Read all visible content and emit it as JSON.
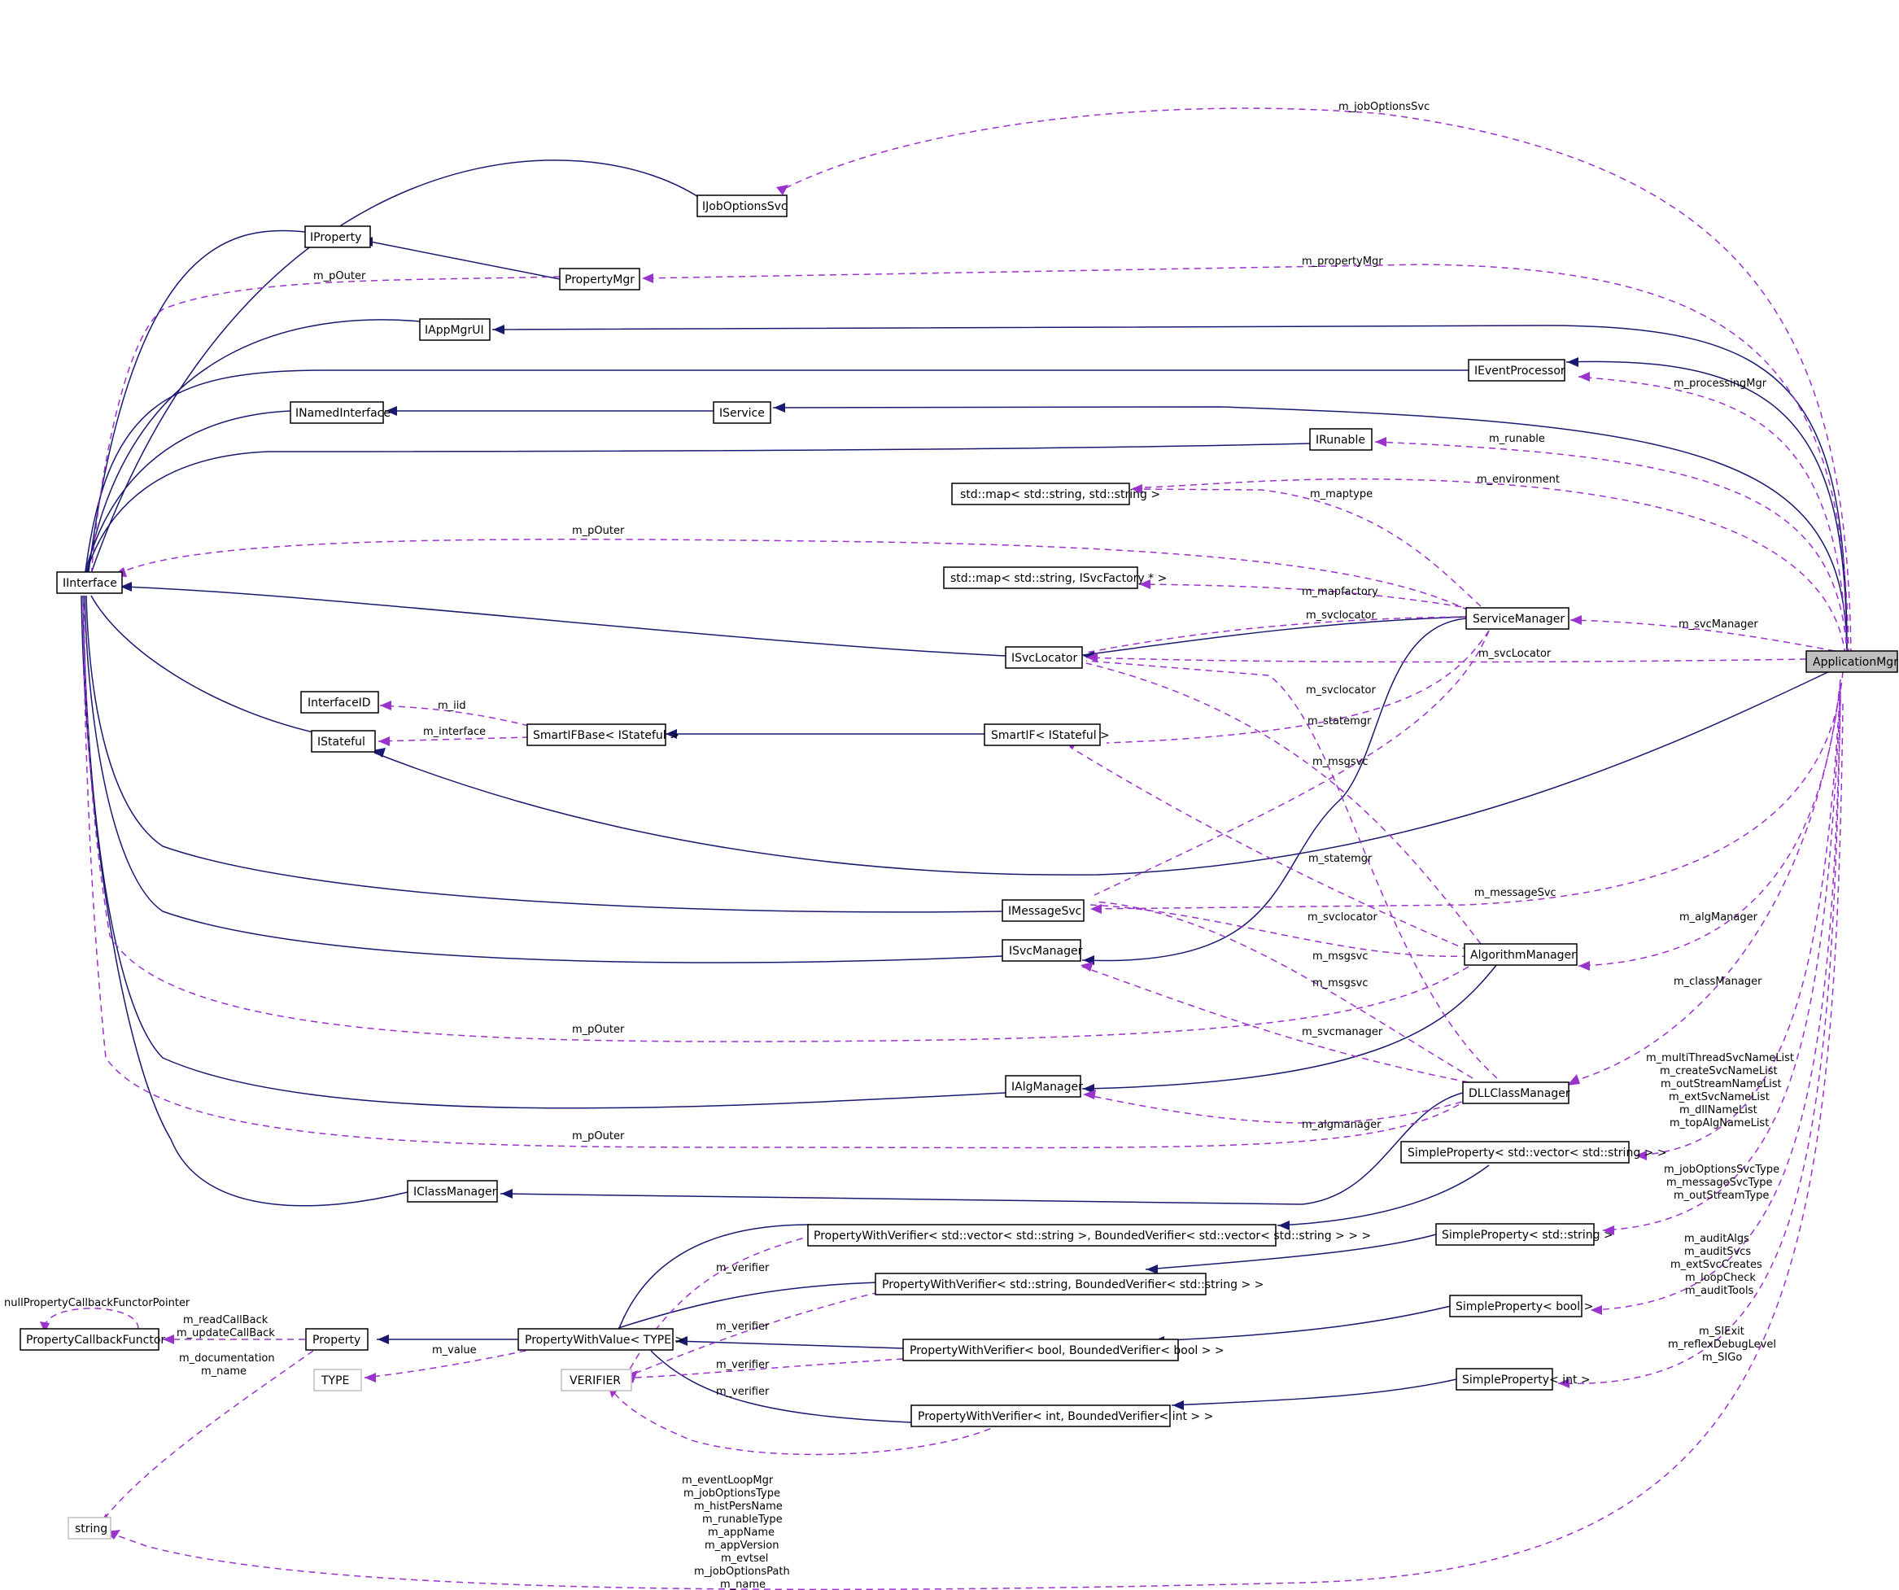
{
  "colors": {
    "inheritance_edge": "#191970",
    "usage_edge": "#9a32cd",
    "node_border": "#000000",
    "external_node_border": "#bfbfbf",
    "root_node_fill": "#bfbfbf"
  },
  "nodes": {
    "ApplicationMgr": "ApplicationMgr",
    "IJobOptionsSvc": "IJobOptionsSvc",
    "IProperty": "IProperty",
    "PropertyMgr": "PropertyMgr",
    "IAppMgrUI": "IAppMgrUI",
    "IEventProcessor": "IEventProcessor",
    "INamedInterface": "INamedInterface",
    "IService": "IService",
    "IRunable": "IRunable",
    "MapStrStr": "std::map< std::string, std::string >",
    "IInterface": "IInterface",
    "MapSvcFactory": "std::map< std::string, ISvcFactory * >",
    "ServiceManager": "ServiceManager",
    "ISvcLocator": "ISvcLocator",
    "InterfaceID": "InterfaceID",
    "IStateful": "IStateful",
    "SmartIFBase": "SmartIFBase< IStateful >",
    "SmartIF": "SmartIF< IStateful >",
    "IMessageSvc": "IMessageSvc",
    "AlgorithmManager": "AlgorithmManager",
    "ISvcManager": "ISvcManager",
    "IAlgManager": "IAlgManager",
    "DLLClassManager": "DLLClassManager",
    "SPVectorString": "SimpleProperty< std::vector< std::string > >",
    "IClassManager": "IClassManager",
    "PWVVectorString": "PropertyWithVerifier< std::vector< std::string >, BoundedVerifier< std::vector< std::string > > >",
    "SPString": "SimpleProperty< std::string >",
    "PWVString": "PropertyWithVerifier< std::string, BoundedVerifier< std::string > >",
    "SPBool": "SimpleProperty< bool >",
    "PropertyCallbackFunctor": "PropertyCallbackFunctor",
    "Property": "Property",
    "PropertyWithValue": "PropertyWithValue< TYPE >",
    "PWVBool": "PropertyWithVerifier< bool, BoundedVerifier< bool > >",
    "TYPE": "TYPE",
    "VERIFIER": "VERIFIER",
    "SPInt": "SimpleProperty< int >",
    "PWVInt": "PropertyWithVerifier< int, BoundedVerifier< int > >",
    "string": "string"
  },
  "edge_labels": {
    "jobOptionsSvc": "m_jobOptionsSvc",
    "propertyMgr": "m_propertyMgr",
    "pOuter_propmgr": "m_pOuter",
    "processingMgr": "m_processingMgr",
    "runable": "m_runable",
    "environment": "m_environment",
    "maptype": "m_maptype",
    "pOuter_svcmgr": "m_pOuter",
    "mapfactory": "m_mapfactory",
    "svclocator_svcmgr": "m_svclocator",
    "svcManager": "m_svcManager",
    "svcLocator": "m_svcLocator",
    "iid": "m_iid",
    "interface": "m_interface",
    "svclocator_algmgr": "m_svclocator",
    "statemgr_svcmgr": "m_statemgr",
    "msgsvc_svcmgr": "m_msgsvc",
    "statemgr_algmgr": "m_statemgr",
    "messageSvc": "m_messageSvc",
    "algManager": "m_algManager",
    "svclocator_dll": "m_svclocator",
    "msgsvc_algmgr": "m_msgsvc",
    "msgsvc_dll": "m_msgsvc",
    "classManager": "m_classManager",
    "pOuter_algmgr": "m_pOuter",
    "svcmanager": "m_svcmanager",
    "multiThreadSvcNameList": "m_multiThreadSvcNameList",
    "createSvcNameList": "m_createSvcNameList",
    "outStreamNameList": "m_outStreamNameList",
    "extSvcNameList": "m_extSvcNameList",
    "dllNameList": "m_dllNameList",
    "topAlgNameList": "m_topAlgNameList",
    "algmanager": "m_algmanager",
    "pOuter_dll": "m_pOuter",
    "jobOptionsSvcType": "m_jobOptionsSvcType",
    "messageSvcType": "m_messageSvcType",
    "outStreamType": "m_outStreamType",
    "verifier_vec": "m_verifier",
    "auditAlgs": "m_auditAlgs",
    "auditSvcs": "m_auditSvcs",
    "extSvcCreates": "m_extSvcCreates",
    "loopCheck": "m_loopCheck",
    "auditTools": "m_auditTools",
    "verifier_str": "m_verifier",
    "nullPropertyCallbackFunctorPointer": "nullPropertyCallbackFunctorPointer",
    "readCallBack": "m_readCallBack",
    "updateCallBack": "m_updateCallBack",
    "verifier_bool": "m_verifier",
    "SIExit": "m_SIExit",
    "reflexDebugLevel": "m_reflexDebugLevel",
    "SIGo": "m_SIGo",
    "value": "m_value",
    "documentation": "m_documentation",
    "name_prop": "m_name",
    "verifier_int": "m_verifier",
    "eventLoopMgr": "m_eventLoopMgr",
    "jobOptionsType": "m_jobOptionsType",
    "histPersName": "m_histPersName",
    "runableType": "m_runableType",
    "appName": "m_appName",
    "appVersion": "m_appVersion",
    "evtsel": "m_evtsel",
    "jobOptionsPath": "m_jobOptionsPath",
    "name_app": "m_name"
  }
}
